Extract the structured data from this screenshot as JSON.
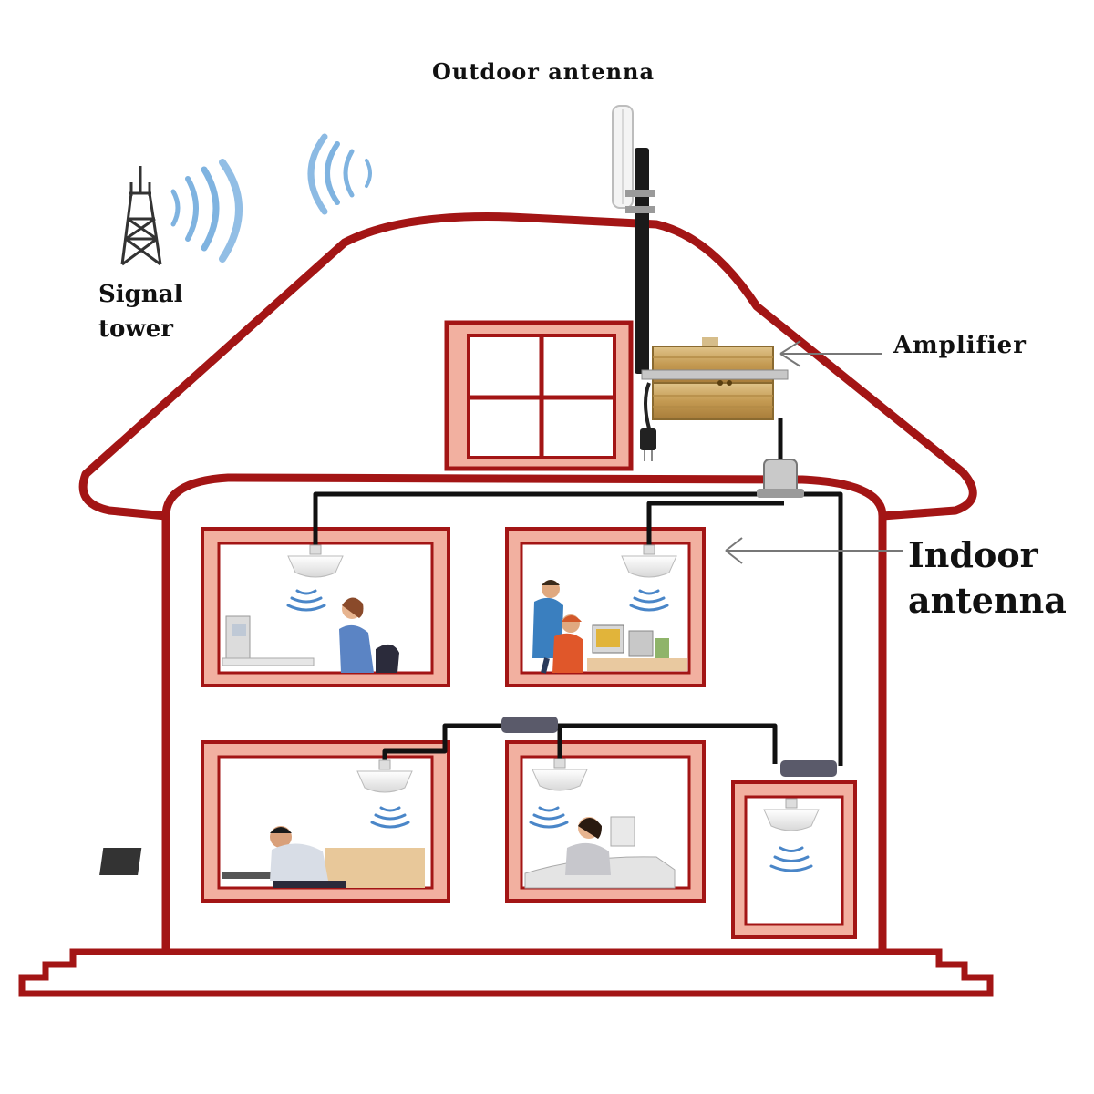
{
  "labels": {
    "outdoor_antenna": "Outdoor antenna",
    "signal_tower_line1": "Signal",
    "signal_tower_line2": "tower",
    "amplifier": "Amplifier",
    "indoor_antenna_line1": "Indoor",
    "indoor_antenna_line2": "antenna"
  },
  "colors": {
    "house_outline": "#a31515",
    "window_fill": "#f2b0a0",
    "cable": "#111111",
    "signal_waves": "#6fa8dc",
    "amplifier_body": "#c9a25a"
  },
  "icons": {
    "tower": "signal-tower-icon",
    "outdoor_antenna": "outdoor-antenna-icon",
    "amplifier": "amplifier-icon",
    "splitter": "splitter-icon",
    "indoor_antenna": "ceiling-antenna-icon"
  }
}
